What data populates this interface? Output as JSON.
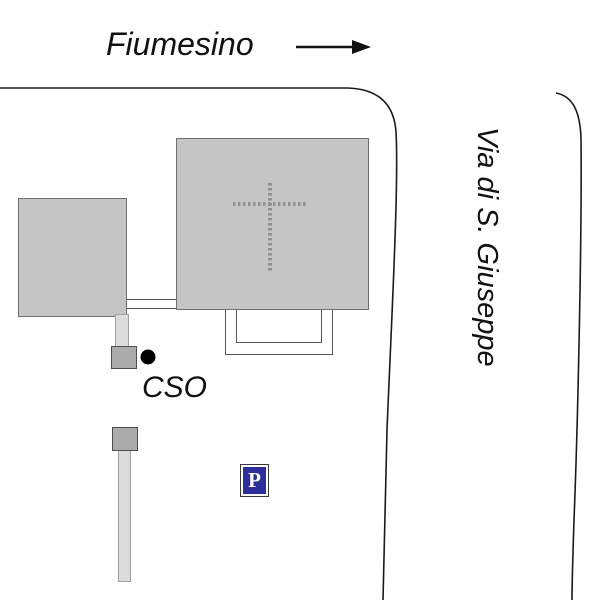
{
  "labels": {
    "street_top": "Fiumesino",
    "street_right": "Via di S. Giuseppe",
    "cso": "CSO",
    "parking": "P"
  },
  "icons": {
    "direction_arrow": "right-arrow",
    "church_cross": "cross",
    "cso_marker": "black-dot",
    "parking_sign": "parking-P"
  },
  "colors": {
    "background": "#ffffff",
    "building_fill": "#c5c5c5",
    "building_border": "#6e6e6e",
    "path_fill": "#dcdcdc",
    "path_border": "#a0a0a0",
    "marker_fill": "#ababab",
    "marker_border": "#4d4d4d",
    "road_stroke": "#1a1a1a",
    "arrow_color": "#111111",
    "cross_stroke": "#8f8f8f",
    "dot_fill": "#000000",
    "parking_bg": "#2f2f9b",
    "parking_text": "#ffffff"
  }
}
